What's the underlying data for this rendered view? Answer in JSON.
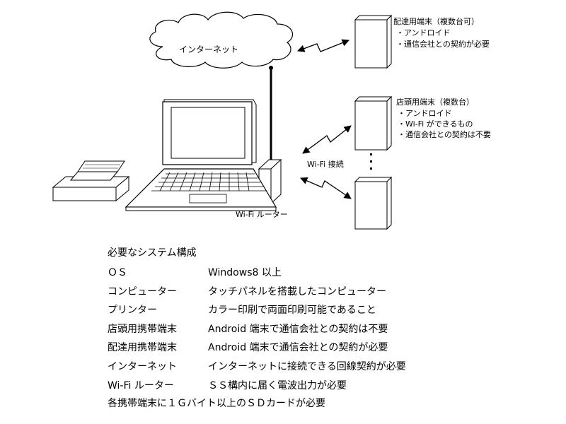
{
  "diagram": {
    "internet_label": "インターネット",
    "router_label": "Wi-Fi ルーター",
    "wifi_connection_label": "Wi-Fi 接続",
    "delivery_terminal": {
      "title": "配達用端末（複数台可）",
      "bullets": [
        "・アンドロイド",
        "・通信会社との契約が必要"
      ]
    },
    "store_terminal": {
      "title": "店頭用端末（複数台）",
      "bullets": [
        "・アンドロイド",
        "・Wi-Fi ができるもの",
        "・通信会社との契約は不要"
      ]
    }
  },
  "requirements": {
    "title": "必要なシステム構成",
    "rows": [
      {
        "key": "ＯＳ",
        "value": "Windows8 以上"
      },
      {
        "key": "コンピューター",
        "value": "タッチパネルを搭載したコンピューター"
      },
      {
        "key": "プリンター",
        "value": "カラー印刷で両面印刷可能であること"
      },
      {
        "key": "店頭用携帯端末",
        "value": "Android 端末で通信会社との契約は不要"
      },
      {
        "key": "配達用携帯端末",
        "value": "Android 端末で通信会社との契約が必要"
      },
      {
        "key": "インターネット",
        "value": "インターネットに接続できる回線契約が必要"
      },
      {
        "key": "Wi-Fi ルーター",
        "value": "ＳＳ構内に届く電波出力が必要"
      }
    ],
    "note": "各携帯端末に１Ｇバイト以上のＳＤカードが必要"
  },
  "icons": {
    "cloud": "cloud-icon",
    "laptop": "laptop-icon",
    "printer": "printer-icon",
    "router": "router-icon",
    "phone": "phone-icon",
    "wireless": "wireless-signal-icon"
  }
}
